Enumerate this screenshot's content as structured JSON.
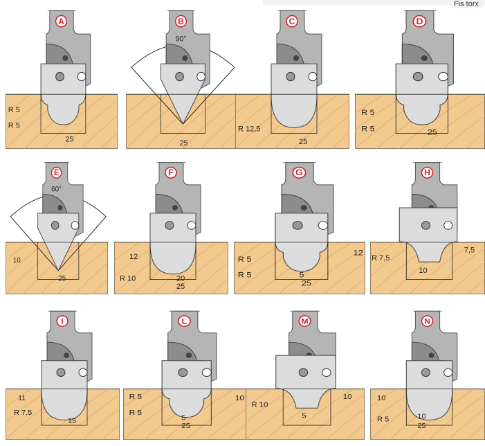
{
  "header_text": "Fis torx",
  "colors": {
    "wood": "#f2c98f",
    "wood_grain": "#d9a866",
    "steel": "#b5b5b5",
    "knife": "#dcdcdc",
    "badge": "#d21f26"
  },
  "panels": [
    {
      "letter": "A",
      "profile": "bead",
      "dims": [
        "R 5",
        "R 5",
        "25"
      ]
    },
    {
      "letter": "B",
      "profile": "v",
      "angle": "90°",
      "dims": [
        "25"
      ]
    },
    {
      "letter": "C",
      "profile": "round",
      "dims": [
        "R 12,5",
        "25"
      ]
    },
    {
      "letter": "D",
      "profile": "bead",
      "dims": [
        "R 5",
        "R 5",
        "25"
      ]
    },
    {
      "letter": "E",
      "profile": "v",
      "angle": "60°",
      "dims": [
        "10",
        "25"
      ]
    },
    {
      "letter": "F",
      "profile": "round",
      "dims": [
        "12",
        "R 10",
        "20",
        "25"
      ]
    },
    {
      "letter": "G",
      "profile": "bead",
      "dims": [
        "R 5",
        "R 5",
        "12",
        "5",
        "25"
      ]
    },
    {
      "letter": "H",
      "profile": "cove",
      "dims": [
        "R 7,5",
        "7,5",
        "10"
      ]
    },
    {
      "letter": "I",
      "profile": "round",
      "dims": [
        "11",
        "R 7,5",
        "15"
      ]
    },
    {
      "letter": "L",
      "profile": "bead",
      "dims": [
        "R 5",
        "R 5",
        "10",
        "5",
        "25"
      ]
    },
    {
      "letter": "M",
      "profile": "cove",
      "dims": [
        "R 10",
        "10",
        "5"
      ]
    },
    {
      "letter": "N",
      "profile": "round",
      "dims": [
        "10",
        "R 5",
        "10",
        "25"
      ]
    }
  ]
}
